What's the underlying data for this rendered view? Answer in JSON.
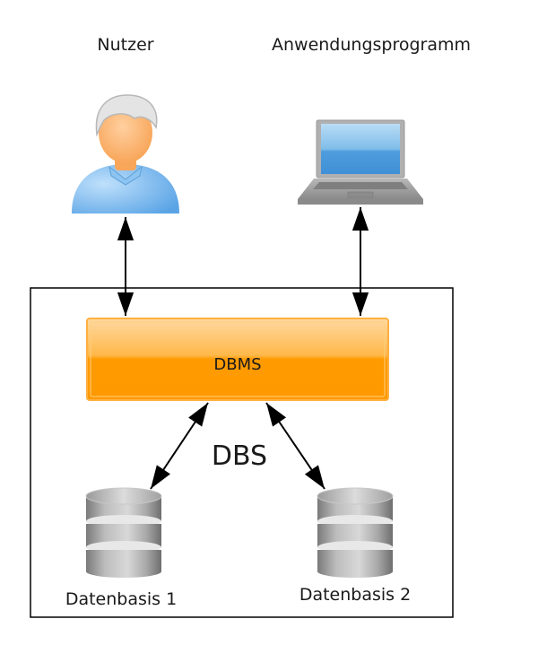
{
  "diagram": {
    "actors": {
      "user": {
        "label": "Nutzer",
        "icon": "user-icon"
      },
      "application": {
        "label": "Anwendungsprogramm",
        "icon": "laptop-icon"
      }
    },
    "system": {
      "label": "DBS",
      "dbms": {
        "label": "DBMS",
        "color": "#ff9900"
      },
      "databases": [
        {
          "label": "Datenbasis 1",
          "icon": "database-icon"
        },
        {
          "label": "Datenbasis 2",
          "icon": "database-icon"
        }
      ]
    },
    "connections": [
      {
        "from": "Nutzer",
        "to": "DBMS",
        "direction": "bidirectional"
      },
      {
        "from": "Anwendungsprogramm",
        "to": "DBMS",
        "direction": "bidirectional"
      },
      {
        "from": "DBMS",
        "to": "Datenbasis 1",
        "direction": "bidirectional"
      },
      {
        "from": "DBMS",
        "to": "Datenbasis 2",
        "direction": "bidirectional"
      }
    ]
  }
}
